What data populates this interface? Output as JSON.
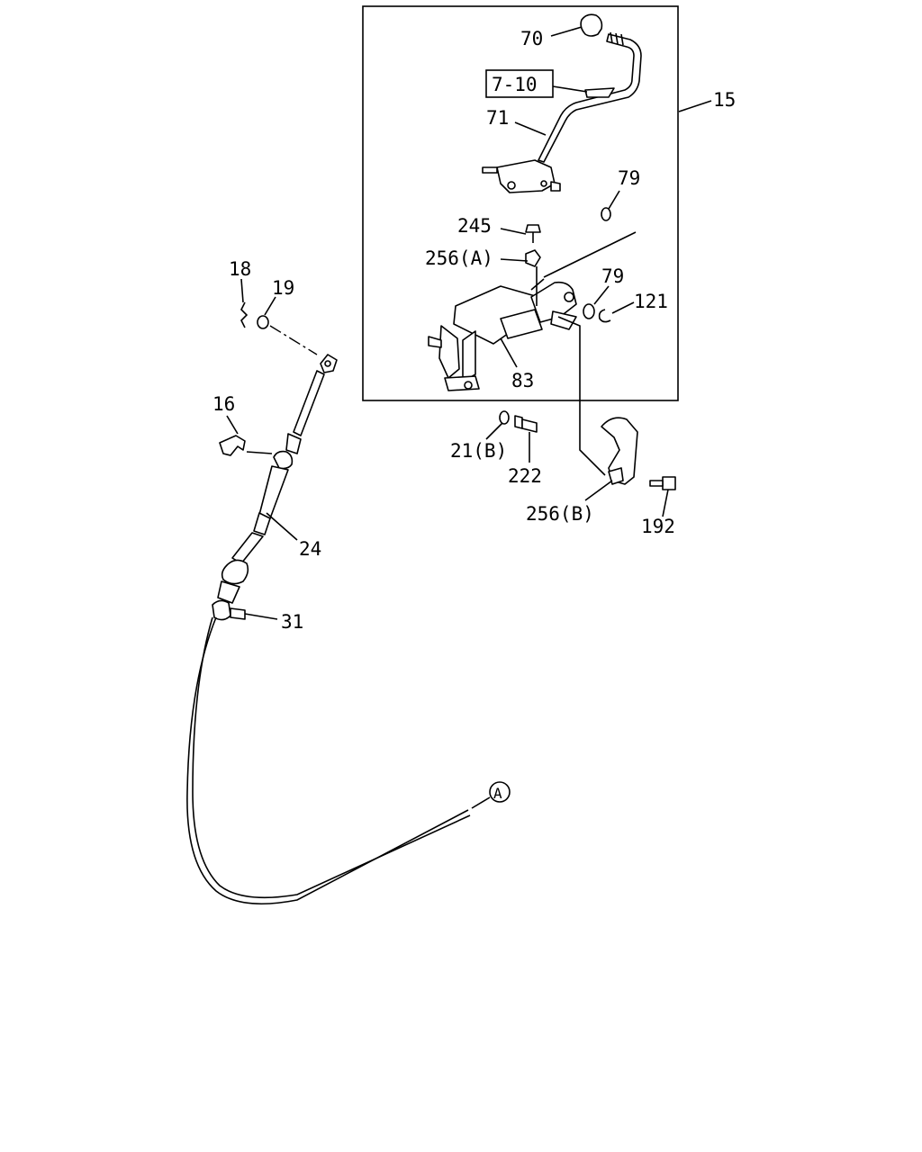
{
  "labels": {
    "p70": "70",
    "p7_10": "7-10",
    "p71": "71",
    "p15": "15",
    "p79a": "79",
    "p245": "245",
    "p256a": "256(A)",
    "p79b": "79",
    "p121": "121",
    "p83": "83",
    "p18": "18",
    "p19": "19",
    "p16": "16",
    "p21b": "21(B)",
    "p222": "222",
    "p256b": "256(B)",
    "p192": "192",
    "p24": "24",
    "p31": "31",
    "refA": "A"
  }
}
